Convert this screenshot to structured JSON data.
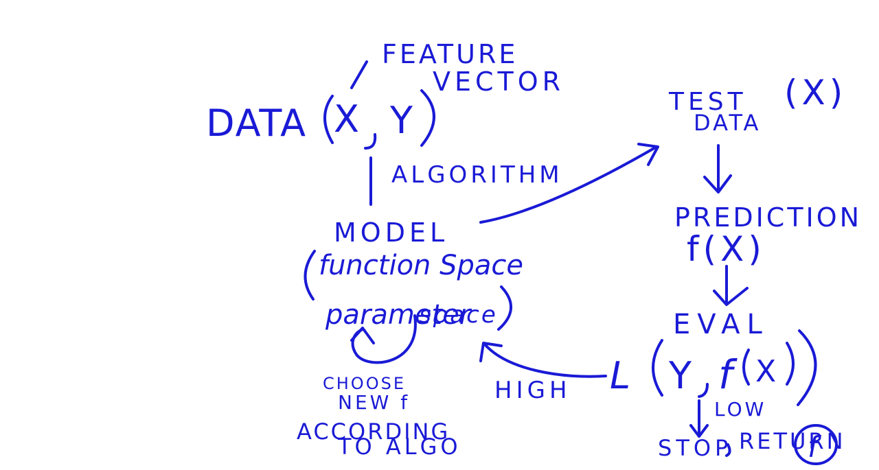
{
  "colors": {
    "ink": "#1a1ad6",
    "background": "#ffffff"
  },
  "labels": {
    "feature_1": "FEATURE",
    "feature_2": "VECTOR",
    "data": "DATA",
    "data_x": "X",
    "data_y": "Y",
    "algorithm": "ALGORITHM",
    "model": "MODEL",
    "function_space": "function Space",
    "parameter": "parameter",
    "space": "space",
    "choose_1": "CHOOSE",
    "choose_2": "NEW f",
    "choose_3": "ACCORDING",
    "choose_4": "TO ALGO",
    "test_1": "TEST",
    "test_2": "DATA",
    "test_x": "(X)",
    "prediction": "PREDICTION",
    "prediction_f": "f(X)",
    "eval": "EVAL",
    "loss_l": "L",
    "loss_y": "Y",
    "loss_f": "f",
    "loss_x": "X",
    "high": "HIGH",
    "low": "LOW",
    "stop": "STOP",
    "return": "RETURN",
    "return_f": "f"
  }
}
